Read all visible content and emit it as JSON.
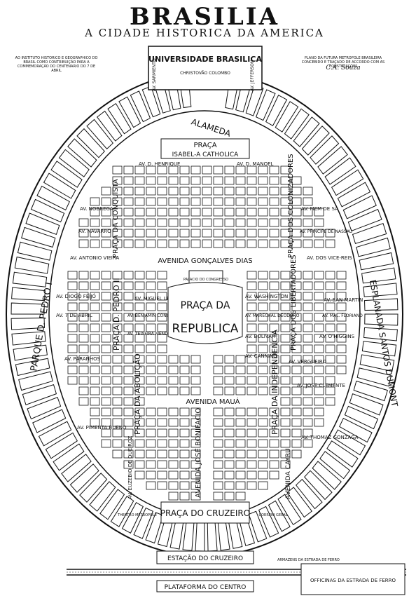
{
  "header": {
    "title": "BRASILIA",
    "subtitle": "A CIDADE HISTORICA DA AMERICA"
  },
  "notes": {
    "left": "AO INSTITUTO HISTORICO E GEOGRAPHICO DO BRASIL COMO CONTRIBUIÇÃO PARA A COMMEMORAÇÃO DO CENTENARIO DO 7 DE ABRIL",
    "right": "PLANO DA FUTURA METROPOLE BRASILEIRA CONCEBIDO E TRAÇADO DE ACCORDO COM AS CONSTITUIÇÕES",
    "signature": "C.A. Souza"
  },
  "labels": {
    "universidade": "UNIVERSIDADE BRASILICA",
    "av_sarmiento": "AV. SARMIENTO",
    "av_jefferson": "AV. JEFFERSON",
    "christovao": "CHRISTOVÃO COLOMBO",
    "alameda": "ALAMEDA",
    "praca_isabel_1": "PRAÇA",
    "praca_isabel_2": "ISABEL-A CATHOLICA",
    "av_henrique": "AV. D. HENRIQUE",
    "av_manoel": "AV. D. MANOEL",
    "av_nobrega": "AV. NOBREGA",
    "av_mem_sa": "AV. MEM DE SÁ",
    "av_navarro": "AV. NAVARRO",
    "av_principe": "AV. PRINCIPE DE NASSAU",
    "av_vieira": "AV. ANTONIO VIEIRA",
    "av_vice_reis": "AV. DOS VICE-REIS",
    "conquista": "PRAÇA DA CONQUISTA",
    "colonizadores": "PRAÇA DOS COLONIZADORES",
    "goncalves": "AVENIDA GONÇALVES DIAS",
    "palacio": "PALACIO DO CONGRESSO",
    "av_feijo": "AV. DIOGO FEIJÓ",
    "av_washington": "AV. WASHINGTON",
    "av_lemos": "AV. MIGUEL LEMOS",
    "av_7_abril": "AV. 7 DE ABRIL",
    "av_constant": "AV. BENJAMIN CONSTANT",
    "av_deodoro": "AV. MARECHAL DEODORO",
    "av_san_martin": "AV. SAN MARTIN",
    "av_floriano": "AV. MAL. FLORIANO",
    "av_mendes": "AV. TEIXEIRA MENDES",
    "av_bolivar": "AV. BOLIVAR",
    "av_ohiggins": "AV. O'HIGGINS",
    "praca_da": "PRAÇA DA",
    "republica": "REPUBLICA",
    "pedro_ii": "PRAÇA D. PEDRO II",
    "libertadores": "PRAÇA DOS LIBERTADORES",
    "parque": "PARQUE D. PEDRO I",
    "esplanada": "ESPLANADA SANTOS DUMONT",
    "av_paranhos": "AV. PARANHOS",
    "av_canning": "AV. CANNING",
    "av_vergueiro": "AV. VERGUEIRO",
    "av_clemente": "AV. JOSE CLEMENTE",
    "abolicao": "PRAÇA DA ABOLIÇÃO",
    "independencia": "PRAÇA DA INDEPENDENCIA",
    "av_bueno": "AV. PIMENTA BUENO",
    "av_gonzaga": "AV. THOMAZ GONZAGA",
    "av_maua": "AVENIDA MAUÁ",
    "av_bonifacio": "AVENIDA JOSÉ BONIFACIO",
    "av_queiroz": "AV. EUZEBIO DE QUEIROZ",
    "av_cayru": "AVENIDA CAYRU",
    "praca_cruzeiro": "PRAÇA DO CRUZEIRO",
    "estacao": "ESTAÇÃO DO CRUZEIRO",
    "plataforma": "PLATAFORMA DO CENTRO",
    "officinas": "OFFICINAS DA ESTRADA DE FERRO",
    "armazens": "ARMAZENS DA ESTRADA DE FERRO",
    "correio": "CORREIO GERAL",
    "theatro": "THEATRO METROPOLE"
  }
}
